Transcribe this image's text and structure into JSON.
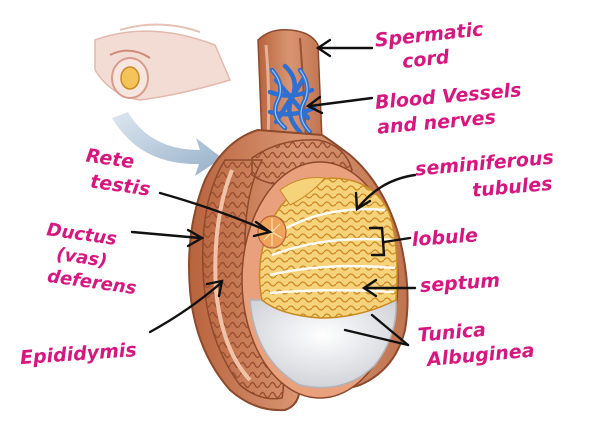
{
  "labels": {
    "spermatic_cord": [
      "Spermatic",
      "cord"
    ],
    "blood_vessels": [
      "Blood Vessels",
      "and nerves"
    ],
    "rete_testis": [
      "Rete",
      "testis"
    ],
    "seminiferous": [
      "seminiferous",
      "tubules"
    ],
    "lobule": "lobule",
    "septum": "septum",
    "ductus": [
      "Ductus",
      "(vas)",
      "deferens"
    ],
    "tunica": [
      "Tunica",
      "Albuginea"
    ],
    "epididymis": "Epididymis"
  },
  "colors": {
    "label_text": "#d6177f",
    "tissue": "#c9805a",
    "tissue_dark": "#8d4a2c",
    "tubules": "#f2c15a",
    "vessels_blue": "#2f6fd0",
    "tunica_white": "#eceef2"
  }
}
